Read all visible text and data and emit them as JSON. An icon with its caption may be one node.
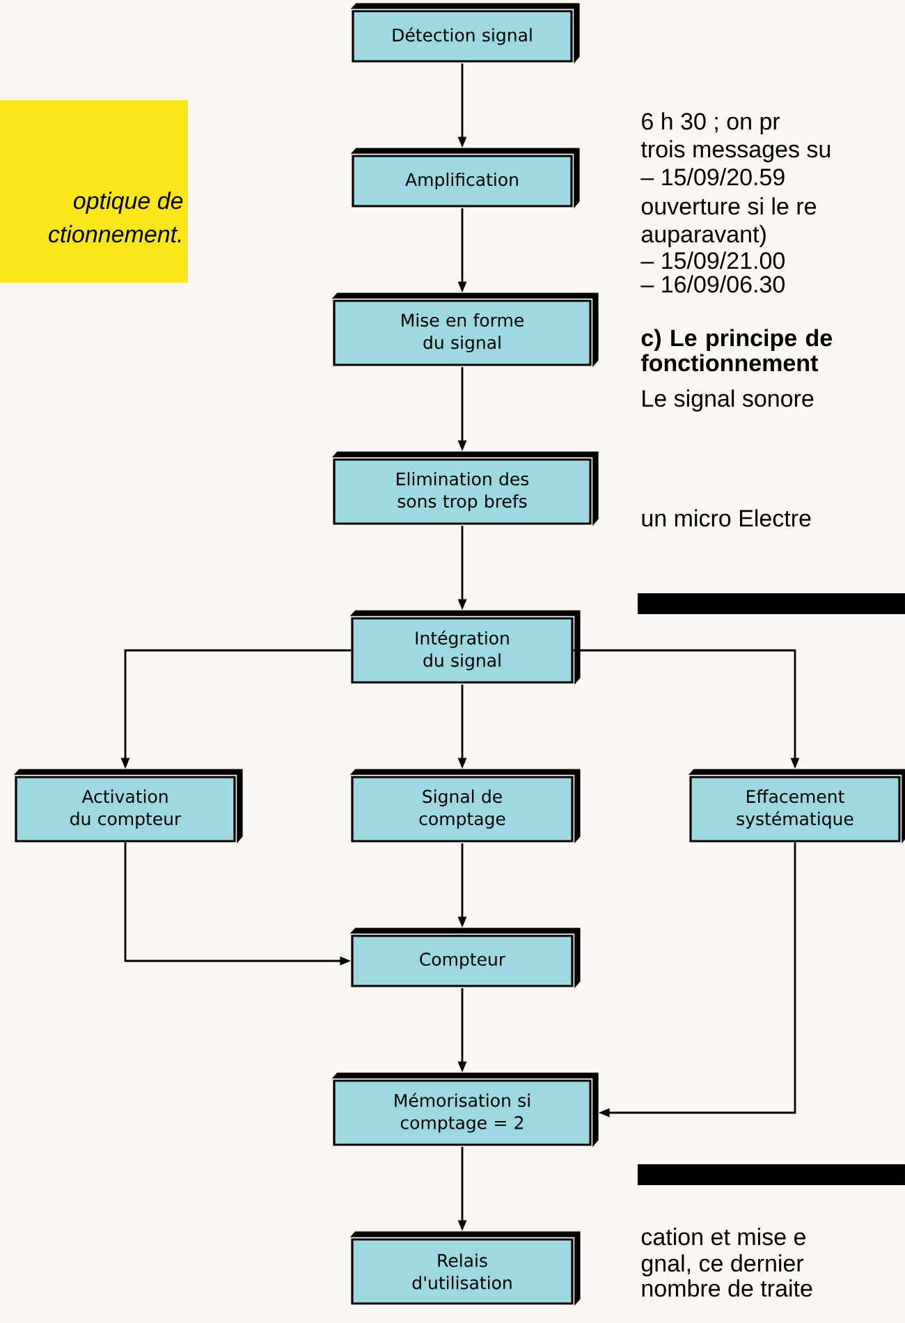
{
  "diagram": {
    "nodes": [
      {
        "text": [
          "Détection signal"
        ]
      },
      {
        "text": [
          "Amplification"
        ]
      },
      {
        "text": [
          "Mise en forme du signal"
        ]
      },
      {
        "text": [
          "Elimination des sons trop brefs"
        ]
      },
      {
        "text": [
          "Intégration du signal"
        ]
      },
      {
        "text": [
          "Activation du compteur"
        ]
      },
      {
        "text": [
          "Signal de comptage"
        ]
      },
      {
        "text": [
          "Effacement systématique"
        ]
      },
      {
        "text": [
          "Compteur"
        ]
      },
      {
        "text": [
          "Mémorisation si comptage = 2"
        ]
      },
      {
        "text": [
          "Relais d'utilisation"
        ]
      }
    ],
    "edges": [
      {
        "from": 0,
        "to": 1,
        "arrow": "to"
      },
      {
        "from": 1,
        "to": 2,
        "arrow": "to"
      },
      {
        "from": 2,
        "to": 3,
        "arrow": "to"
      },
      {
        "from": 3,
        "to": 4,
        "arrow": "to"
      },
      {
        "from": 4,
        "to": 5,
        "arrow": "to"
      },
      {
        "from": 4,
        "to": 6,
        "arrow": "to"
      },
      {
        "from": 4,
        "to": 7,
        "arrow": "to"
      },
      {
        "from": 5,
        "to": 8,
        "arrow": "to"
      },
      {
        "from": 6,
        "to": 8,
        "arrow": "to"
      },
      {
        "from": 8,
        "to": 9,
        "arrow": "to"
      },
      {
        "from": 7,
        "to": 9,
        "arrow": "to"
      },
      {
        "from": 9,
        "to": 10,
        "arrow": "to"
      }
    ],
    "labels": [
      "optique de",
      "ctionnement.",
      "6 h 30 ; on pr",
      "trois messages su",
      "– 15/09/20.59",
      "ouverture si le re",
      "auparavant)",
      "– 15/09/21.00",
      "– 16/09/06.30",
      "c) Le principe de fonctionnement",
      "Le signal sonore",
      "un micro Electre",
      "cation et mise e",
      "gnal, ce dernier",
      "nombre de traite"
    ]
  }
}
